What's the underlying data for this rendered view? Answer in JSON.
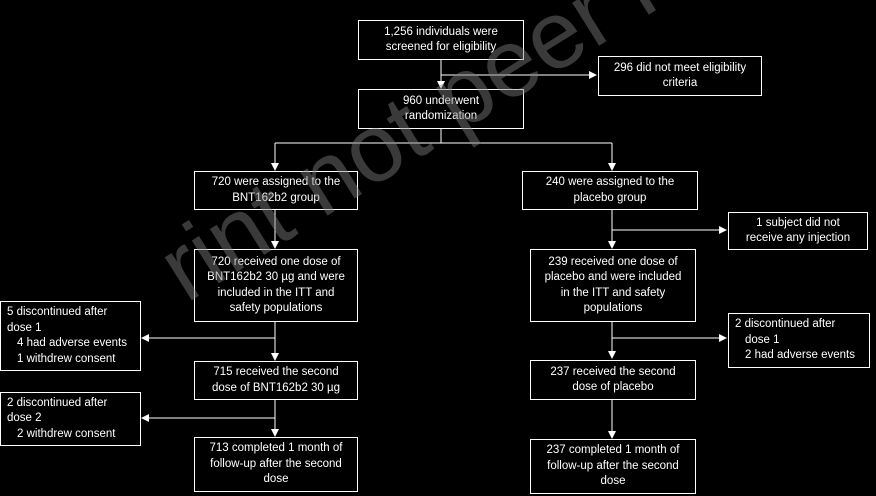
{
  "watermark": "rint not peer reviewed",
  "boxes": {
    "screened": [
      "1,256 individuals were",
      "screened for eligibility"
    ],
    "excluded": [
      "296 did not meet eligibility",
      "criteria"
    ],
    "randomized": [
      "960 underwent",
      "randomization"
    ],
    "bnt_assigned": [
      "720 were assigned to the",
      "BNT162b2 group"
    ],
    "placebo_assigned": [
      "240 were assigned to the",
      "placebo group"
    ],
    "no_injection": [
      "1 subject did not",
      "receive any injection"
    ],
    "bnt_dose1": [
      "720 received one dose of",
      "BNT162b2 30 µg and were",
      "included in the ITT and",
      "safety populations"
    ],
    "placebo_dose1": [
      "239 received one dose of",
      "placebo and were included",
      "in the ITT and safety",
      "populations"
    ],
    "bnt_disc1": [
      "5 discontinued after",
      "dose 1",
      "4 had adverse events",
      "1 withdrew consent"
    ],
    "placebo_disc1": [
      "2 discontinued after",
      "dose 1",
      "2 had adverse events"
    ],
    "bnt_dose2": [
      "715 received the second",
      "dose of BNT162b2 30 µg"
    ],
    "placebo_dose2": [
      "237 received the second",
      "dose of placebo"
    ],
    "bnt_disc2": [
      "2 discontinued after",
      "dose 2",
      "2 withdrew consent"
    ],
    "bnt_followup": [
      "713 completed 1 month of",
      "follow-up after the second",
      "dose"
    ],
    "placebo_followup": [
      "237 completed 1 month of",
      "follow-up after the second",
      "dose"
    ]
  }
}
